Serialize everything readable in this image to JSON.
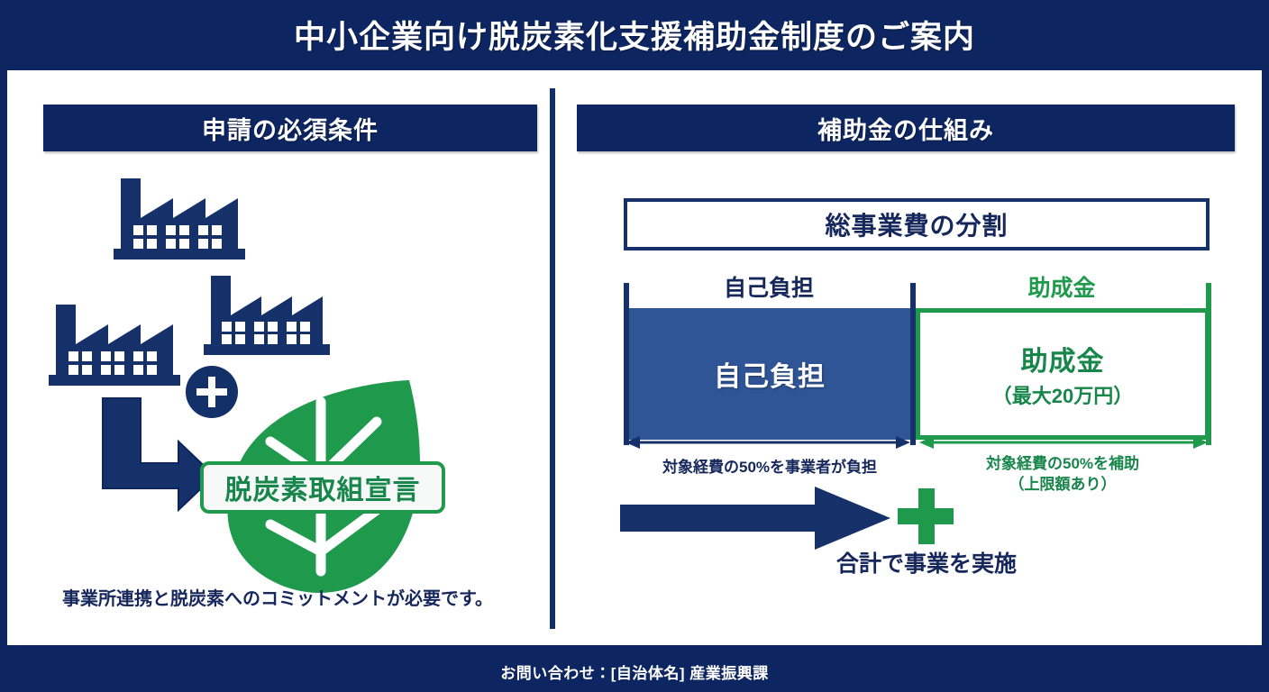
{
  "title": "中小企業向け脱炭素化支援補助金制度のご案内",
  "left_panel": {
    "header": "申請の必須条件",
    "factory_icon": "factory-icon",
    "plus_badge_icon": "plus-circle-icon",
    "elbow_arrow_icon": "elbow-arrow-icon",
    "leaf_icon": "leaf-icon",
    "declaration_label": "脱炭素取組宣言",
    "note": "事業所連携と脱炭素へのコミットメントが必要です。"
  },
  "right_panel": {
    "header": "補助金の仕組み",
    "total_box": "総事業費の分割",
    "cap_self": "自己負担",
    "cap_grant": "助成金",
    "bar_self_label": "自己負担",
    "bar_grant_label": "助成金",
    "bar_grant_sub": "（最大20万円）",
    "note_self": "対象経費の50%を事業者が負担",
    "note_grant_line1": "対象経費の50%を補助",
    "note_grant_line2": "（上限額あり）",
    "arrow_icon": "right-arrow-icon",
    "plus_icon": "plus-icon",
    "total_note": "合計で事業を実施"
  },
  "footer": "お問い合わせ：[自治体名] 産業振興課",
  "colors": {
    "navy": "#0d2560",
    "navy_mid": "#16306a",
    "blue_fill": "#2f5596",
    "green": "#1f9a4d",
    "green_dark": "#17864a",
    "white": "#ffffff"
  },
  "chart_data": {
    "type": "bar",
    "title": "総事業費の分割",
    "categories": [
      "自己負担",
      "助成金"
    ],
    "values": [
      50,
      50
    ],
    "unit": "%",
    "annotations": [
      "対象経費の50%を事業者が負担",
      "対象経費の50%を補助（上限額あり）",
      "助成金（最大20万円）"
    ],
    "xlabel": "",
    "ylabel": "",
    "ylim": [
      0,
      100
    ],
    "legend": [
      "自己負担",
      "助成金"
    ]
  }
}
